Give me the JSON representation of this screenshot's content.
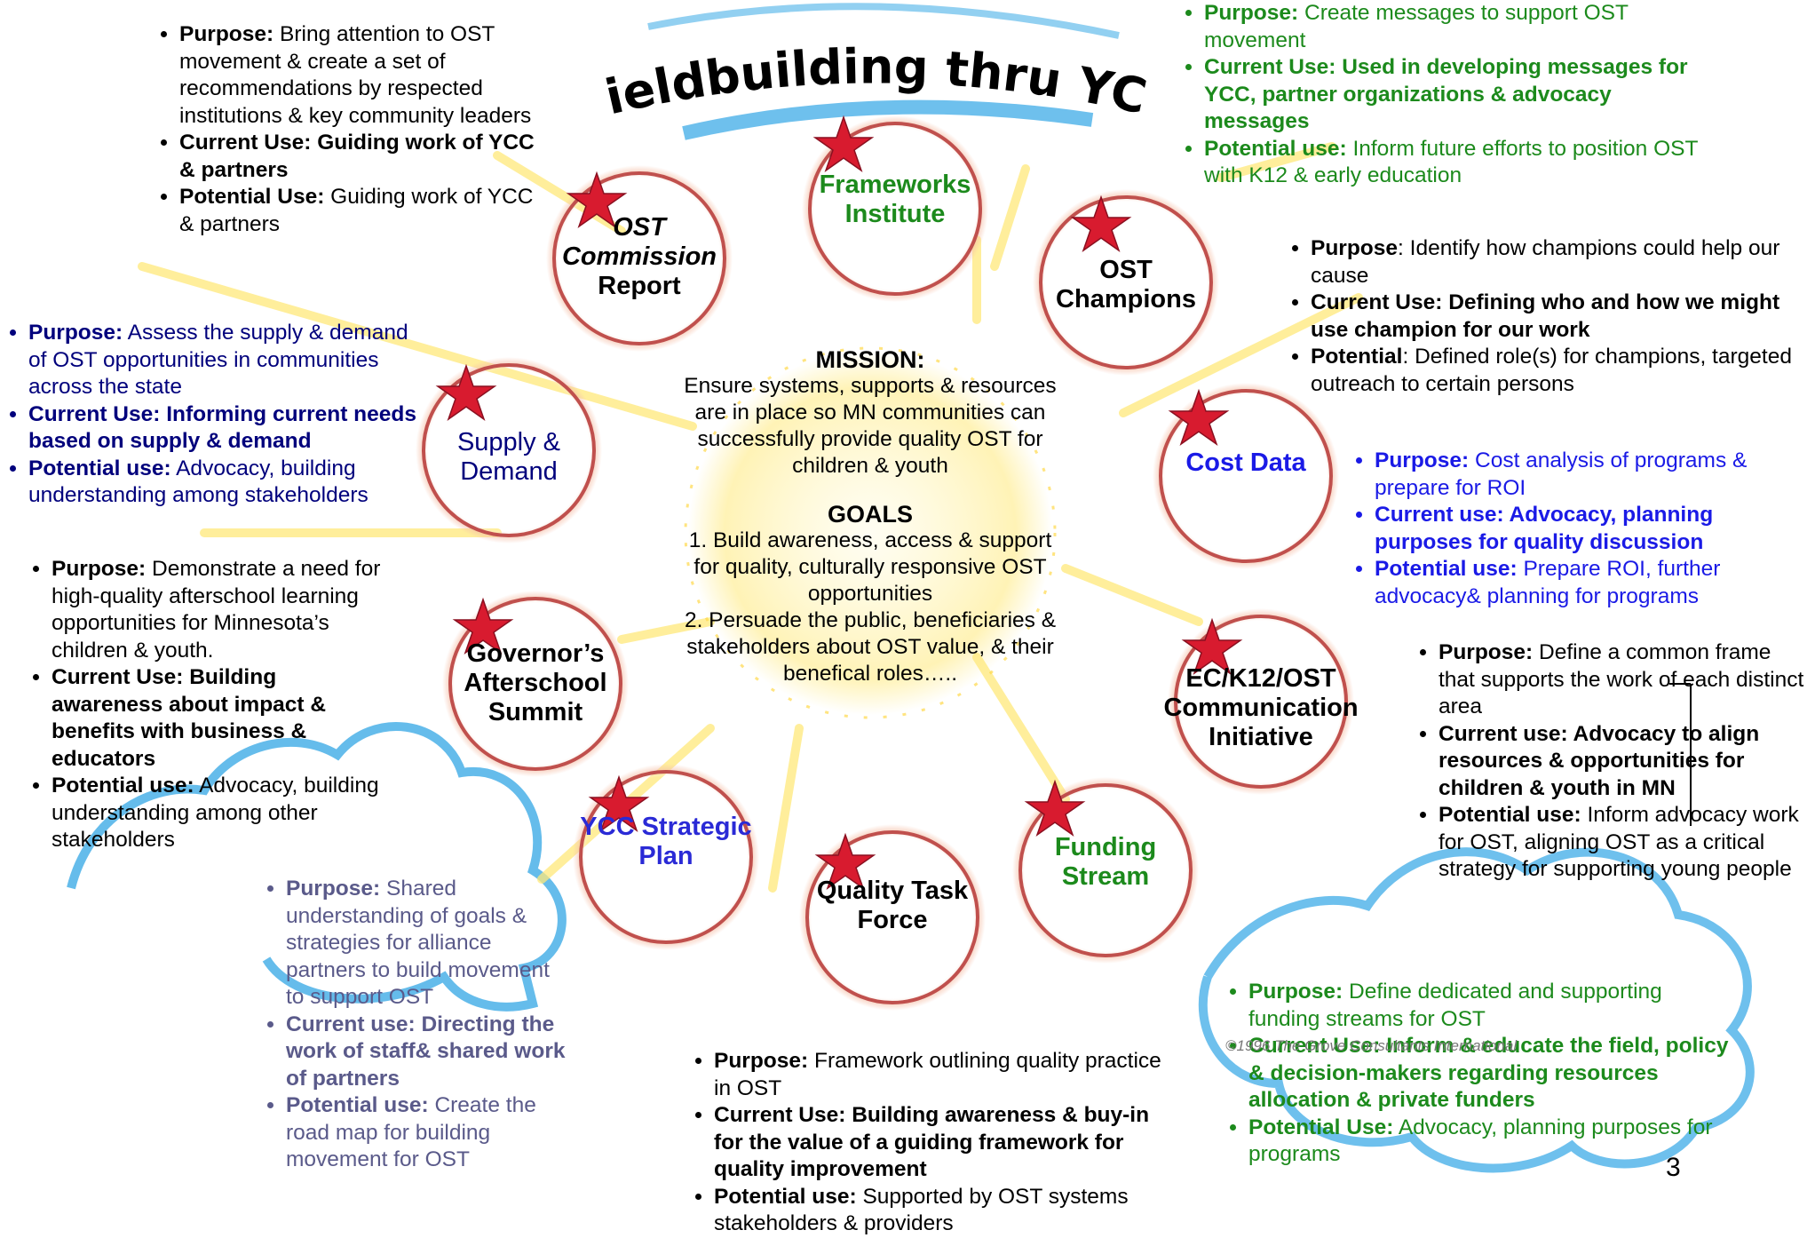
{
  "title": "Fieldbuilding thru YCC",
  "page_number": "3",
  "copyright": "©1996 The Grove Consultants International",
  "colors": {
    "black": "#000000",
    "navy": "#00007c",
    "green": "#1c8a1c",
    "blue": "#1a1ae6",
    "slate": "#5a5a8a",
    "circle": "#c0504d",
    "star": "#d81b2f",
    "glow": "#ffe97a",
    "arc": "#4ab0e8"
  },
  "center": {
    "mission_heading": "MISSION:",
    "mission_text": "Ensure systems, supports & resources are in place so MN communities can successfully provide quality OST for children & youth",
    "goals_heading": "GOALS",
    "goal_1": "1. Build awareness, access & support for quality, culturally responsive OST opportunities",
    "goal_2": "2. Persuade the public, beneficiaries & stakeholders about OST value, & their benefical roles….."
  },
  "circles": {
    "frameworks": {
      "label": "Frameworks Institute"
    },
    "ost_commission": {
      "label_line1": "OST",
      "label_line2": "Commission",
      "label_line3": "Report"
    },
    "ost_champions": {
      "label": "OST Champions"
    },
    "supply_demand": {
      "label": "Supply & Demand"
    },
    "cost_data": {
      "label": "Cost Data"
    },
    "governors_summit": {
      "label": "Governor’s Afterschool Summit"
    },
    "ec_k12": {
      "label": "EC/K12/OST Communication Initiative"
    },
    "ycc_plan": {
      "label": "YCC Strategic Plan"
    },
    "quality_tf": {
      "label": "Quality Task Force"
    },
    "funding": {
      "label": "Funding Stream"
    }
  },
  "blocks": {
    "ost_commission": {
      "p_label": "Purpose:",
      "p_text": " Bring attention to OST movement & create a set of recommendations by respected institutions & key community leaders",
      "c_label": "Current Use: Guiding work of YCC & partners",
      "c_text": "",
      "u_label": "Potential Use:",
      "u_text": "  Guiding work of YCC & partners"
    },
    "frameworks": {
      "p_label": "Purpose:",
      "p_text": " Create messages to support OST movement",
      "c_label": " Current Use: Used in developing messages for YCC, partner organizations & advocacy messages",
      "c_text": "",
      "u_label": " Potential use:",
      "u_text": " Inform future efforts to position OST with K12 & early education"
    },
    "supply_demand": {
      "p_label": "Purpose:",
      "p_text": " Assess the supply & demand of OST opportunities in communities across the state",
      "c_label": "Current Use: Informing current needs based on supply & demand",
      "c_text": "",
      "u_label": "Potential use:",
      "u_text": " Advocacy, building understanding among stakeholders"
    },
    "ost_champions": {
      "p_label": "Purpose",
      "p_text": ": Identify how champions could help our cause",
      "c_label": "Current Use: Defining who and how we might use champion for our work",
      "c_text": "",
      "u_label": "Potential",
      "u_text": ": Defined role(s) for champions, targeted outreach to certain persons"
    },
    "cost_data": {
      "p_label": "Purpose:",
      "p_text": " Cost analysis of programs & prepare for ROI",
      "c_label": "Current use: Advocacy, planning purposes for quality discussion",
      "c_text": "",
      "u_label": "Potential use:",
      "u_text": " Prepare ROI, further advocacy& planning for programs"
    },
    "governors_summit": {
      "p_label": "Purpose:",
      "p_text": " Demonstrate a need for high-quality afterschool learning opportunities for Minnesota’s children & youth.",
      "c_label": "Current Use: Building awareness about impact & benefits with business & educators",
      "c_text": "",
      "u_label": "Potential use:",
      "u_text": " Advocacy, building understanding among other stakeholders"
    },
    "ec_k12": {
      "p_label": "Purpose:",
      "p_text": " Define a common frame that supports the work of each distinct area",
      "c_label": "Current use: Advocacy to align resources & opportunities for children & youth in MN",
      "c_text": "",
      "u_label": "Potential use:",
      "u_text": " Inform advocacy work for OST, aligning OST as a critical strategy for supporting young people"
    },
    "ycc_plan": {
      "p_label": "Purpose:",
      "p_text": " Shared understanding of goals & strategies for alliance partners to build movement to support OST",
      "c_label": " Current use: Directing the work of staff& shared work of partners",
      "c_text": "",
      "u_label": " Potential use:",
      "u_text": " Create the road map for building movement for OST"
    },
    "quality_tf": {
      "p_label": "Purpose:",
      "p_text": " Framework outlining quality practice in OST",
      "c_label": "Current Use: Building awareness & buy-in for the value of a guiding framework for quality improvement",
      "c_text": "",
      "u_label": "Potential use:",
      "u_text": " Supported by OST systems stakeholders & providers"
    },
    "funding": {
      "p_label": "Purpose:",
      "p_text": " Define dedicated and supporting funding streams for OST",
      "c_label": "Current Use: Inform & educate the field, policy & decision-makers regarding resources allocation & private funders",
      "c_text": "",
      "u_label": "Potential Use:",
      "u_text": " Advocacy, planning purposes for programs"
    }
  }
}
